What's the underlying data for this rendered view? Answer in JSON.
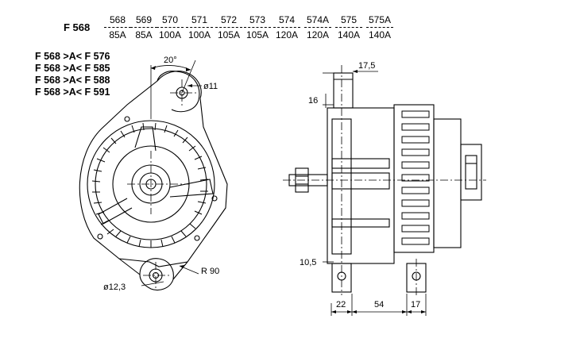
{
  "model": "F 568",
  "variants": [
    {
      "code": "568",
      "amp": "85A"
    },
    {
      "code": "569",
      "amp": "85A"
    },
    {
      "code": "570",
      "amp": "100A"
    },
    {
      "code": "571",
      "amp": "100A"
    },
    {
      "code": "572",
      "amp": "105A"
    },
    {
      "code": "573",
      "amp": "105A"
    },
    {
      "code": "574",
      "amp": "120A"
    },
    {
      "code": "574A",
      "amp": "120A"
    },
    {
      "code": "575",
      "amp": "140A"
    },
    {
      "code": "575A",
      "amp": "140A"
    }
  ],
  "compat": [
    "F 568 >A< F 576",
    "F 568 >A< F 585",
    "F 568 >A< F 588",
    "F 568 >A< F 591"
  ],
  "dims": {
    "angle": "20°",
    "hole_top": "ø11",
    "radius": "R 90",
    "hole_bottom": "ø12,3",
    "top_offset": "17,5",
    "top_thickness": "16",
    "bottom_thickness": "10,5",
    "width_left": "22",
    "width_mid": "54",
    "width_right": "17"
  }
}
